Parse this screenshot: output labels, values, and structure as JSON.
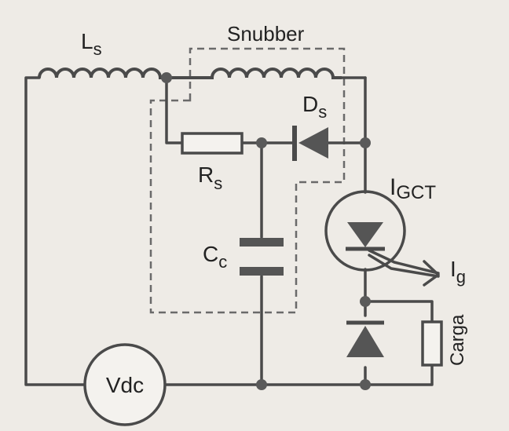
{
  "labels": {
    "ls_main": "L",
    "ls_sub": "s",
    "snubber": "Snubber",
    "ds_main": "D",
    "ds_sub": "s",
    "rs_main": "R",
    "rs_sub": "s",
    "igct_main": "I",
    "igct_sub": "GCT",
    "cc_main": "C",
    "cc_sub": "c",
    "ig_main": "I",
    "ig_sub": "g",
    "vdc": "Vdc",
    "carga": "Carga"
  },
  "colors": {
    "wire": "#4a4a4a",
    "background": "#eeebe6",
    "dashed_box": "#6a6a6a"
  }
}
